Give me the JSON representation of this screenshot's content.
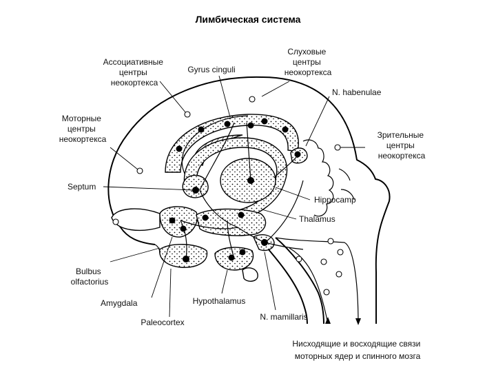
{
  "title": "Лимбическая система",
  "labels": {
    "assoc": [
      "Ассоциативные",
      "центры",
      "неокортекса"
    ],
    "gyrus": [
      "Gyrus cinguli"
    ],
    "auditory": [
      "Слуховые",
      "центры",
      "неокортекса"
    ],
    "habenulae": [
      "N. habenulae"
    ],
    "motor": [
      "Моторные",
      "центры",
      "неокортекса"
    ],
    "visual": [
      "Зрительные",
      "центры",
      "неокортекса"
    ],
    "septum": [
      "Septum"
    ],
    "hippocamp": [
      "Hippocamp"
    ],
    "thalamus": [
      "Thalamus"
    ],
    "bulbus": [
      "Bulbus",
      "olfactorius"
    ],
    "amygdala": [
      "Amygdala"
    ],
    "hypothalamus": [
      "Hypothalamus"
    ],
    "paleocortex": [
      "Paleocortex"
    ],
    "mamillaris": [
      "N. mamillaris"
    ],
    "descending": [
      "Нисходящие и восходящие связи",
      "моторных ядер и спинного мозга"
    ]
  }
}
